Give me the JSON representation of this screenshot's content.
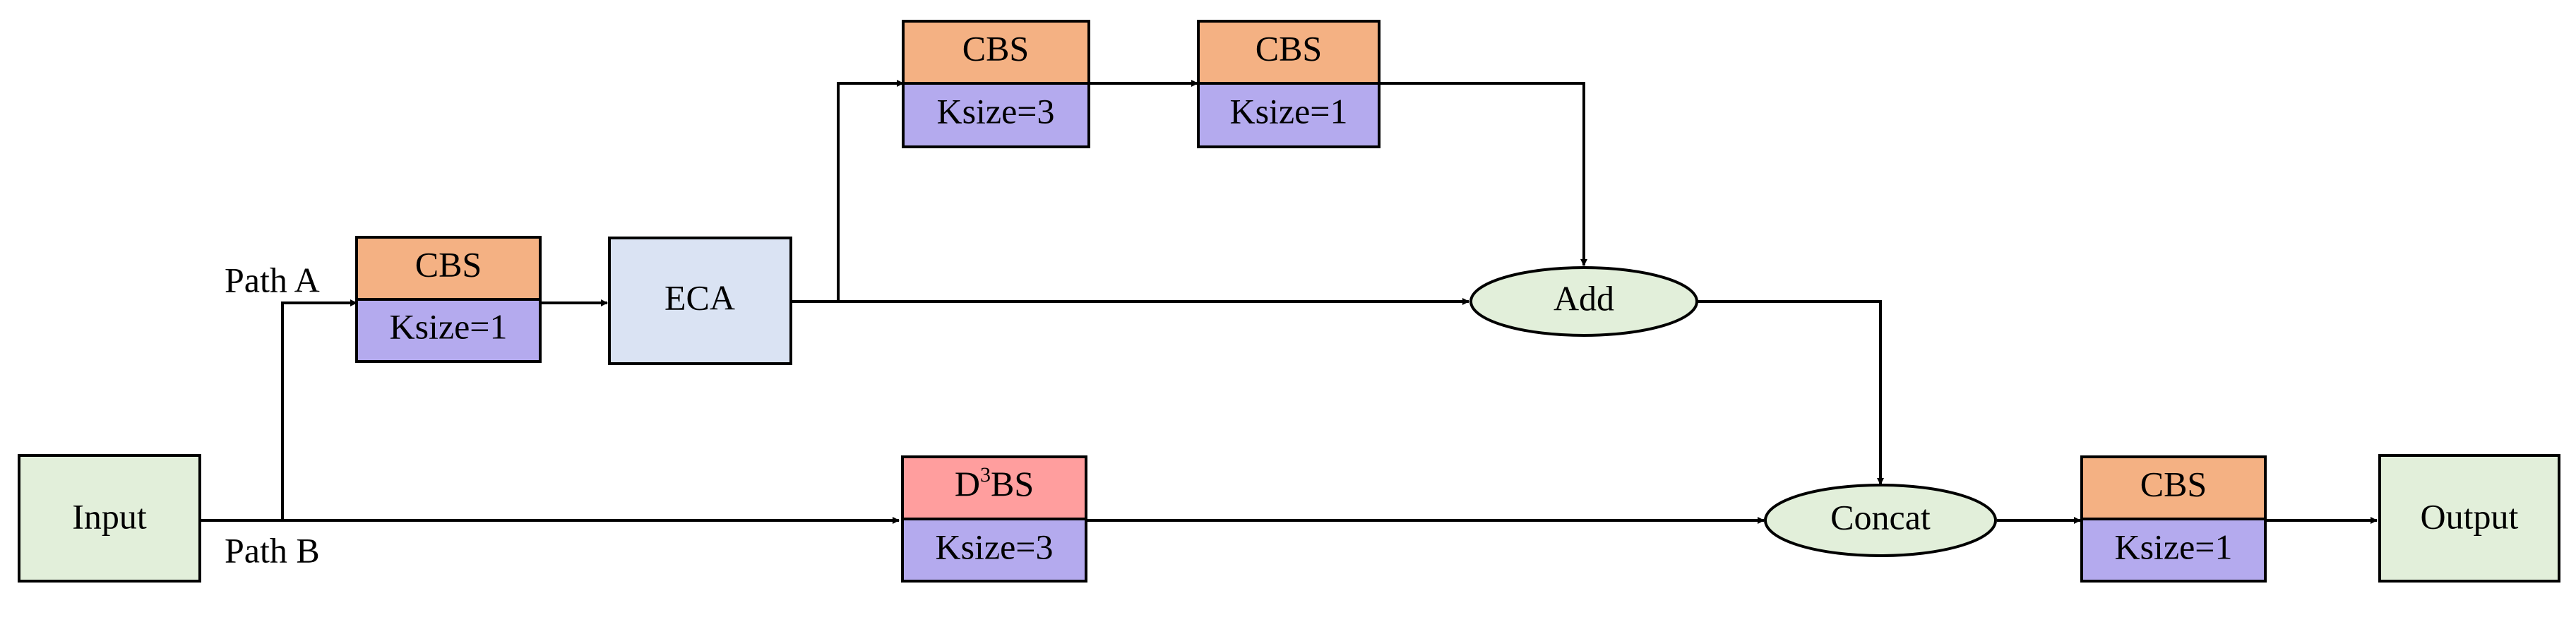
{
  "colors": {
    "cbs_fill": "#f4b183",
    "d3bs_fill": "#ff9e9e",
    "ksize_fill": "#b4aaee",
    "eca_fill": "#dae3f3",
    "io_fill": "#e2efda",
    "op_fill": "#e2efda",
    "stroke": "#000000"
  },
  "labels": {
    "input": "Input",
    "output": "Output",
    "path_a": "Path A",
    "path_b": "Path B",
    "eca": "ECA",
    "add": "Add",
    "concat": "Concat"
  },
  "blocks": {
    "cbs_a": {
      "title": "CBS",
      "param": "Ksize=1"
    },
    "cbs_top1": {
      "title": "CBS",
      "param": "Ksize=3"
    },
    "cbs_top2": {
      "title": "CBS",
      "param": "Ksize=1"
    },
    "d3bs": {
      "title_base": "D",
      "title_sup": "3",
      "title_rest": "BS",
      "param": "Ksize=3"
    },
    "cbs_out": {
      "title": "CBS",
      "param": "Ksize=1"
    }
  }
}
